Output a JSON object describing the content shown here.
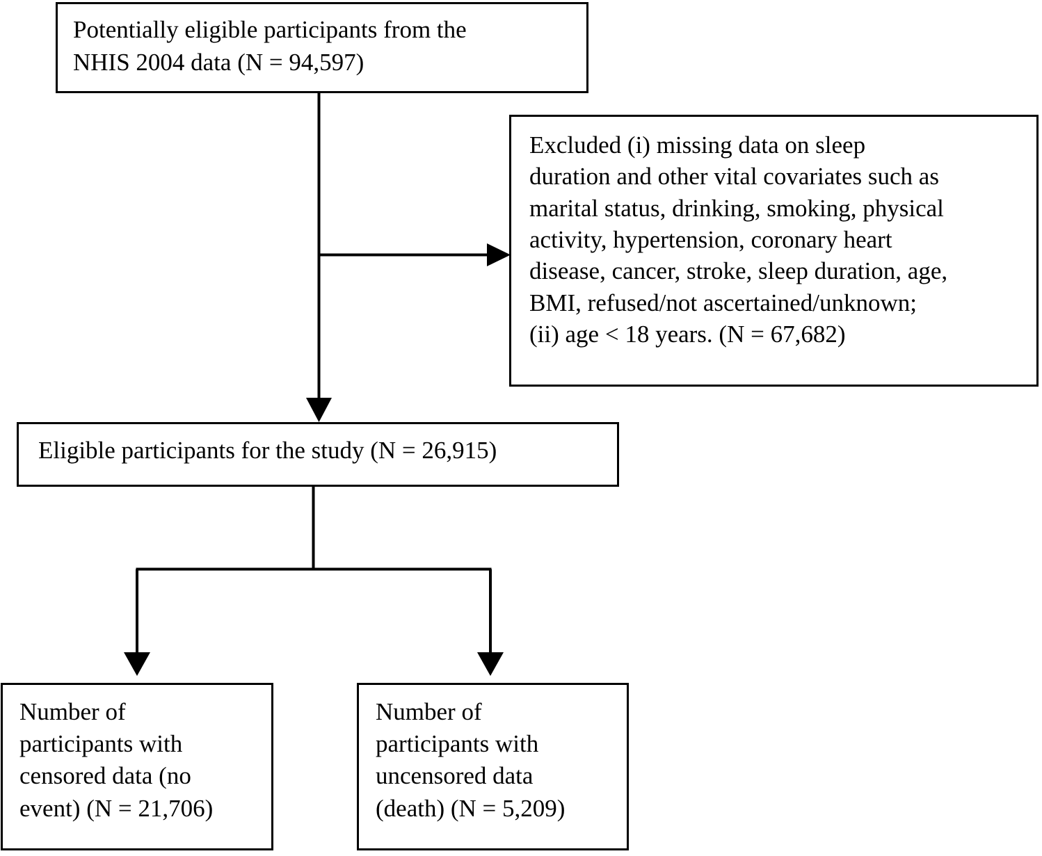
{
  "diagram": {
    "title": "Study participant selection flow diagram",
    "type": "flowchart",
    "stroke_color": "#000000",
    "background_color": "#ffffff"
  },
  "nodes": {
    "source": {
      "id": "source",
      "label": "Potentially eligible participants from the\nNHIS 2004 data (N = 94,597)",
      "n": "94,597"
    },
    "excluded": {
      "id": "excluded",
      "label": "Excluded (i) missing data on sleep\nduration and other vital covariates such as\nmarital status, drinking, smoking, physical\nactivity, hypertension, coronary heart\ndisease, cancer, stroke, sleep duration, age,\nBMI, refused/not ascertained/unknown;\n(ii) age < 18 years. (N = 67,682)",
      "n": "67,682"
    },
    "eligible": {
      "id": "eligible",
      "label": "Eligible participants for the study (N = 26,915)",
      "n": "26,915"
    },
    "censored": {
      "id": "censored",
      "label": "Number of\nparticipants with\ncensored data (no\nevent) (N = 21,706)",
      "n": "21,706"
    },
    "uncensored": {
      "id": "uncensored",
      "label": "Number of\nparticipants with\nuncensored data\n(death) (N = 5,209)",
      "n": "5,209"
    }
  },
  "edges": [
    {
      "id": "source-to-excluded",
      "from": "source",
      "to": "excluded",
      "arrow": "right"
    },
    {
      "id": "source-to-eligible",
      "from": "source",
      "to": "eligible",
      "arrow": "down"
    },
    {
      "id": "eligible-to-censored",
      "from": "eligible",
      "to": "censored",
      "arrow": "down"
    },
    {
      "id": "eligible-to-uncensored",
      "from": "eligible",
      "to": "uncensored",
      "arrow": "down"
    }
  ]
}
